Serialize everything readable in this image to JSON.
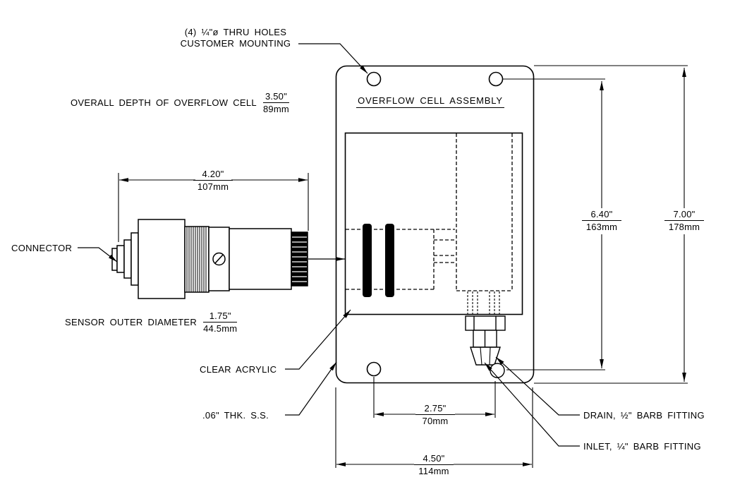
{
  "drawing": {
    "title": "OVERFLOW CELL ASSEMBLY",
    "callouts": {
      "thru_holes_1": "(4) ¼\"ø THRU HOLES",
      "thru_holes_2": "CUSTOMER MOUNTING",
      "overall_depth_label": "OVERALL DEPTH OF OVERFLOW CELL",
      "connector": "CONNECTOR",
      "sensor_od_label": "SENSOR OUTER DIAMETER",
      "clear_acrylic": "CLEAR ACRYLIC",
      "plate_material": ".06\" THK. S.S.",
      "drain": "DRAIN, ½\" BARB FITTING",
      "inlet": "INLET, ¼\" BARB FITTING"
    },
    "dims": {
      "overall_depth": {
        "in": "3.50\"",
        "mm": "89mm"
      },
      "sensor_length": {
        "in": "4.20\"",
        "mm": "107mm"
      },
      "sensor_od": {
        "in": "1.75\"",
        "mm": "44.5mm"
      },
      "hole_spacing": {
        "in": "2.75\"",
        "mm": "70mm"
      },
      "drain_height": {
        "in": "6.40\"",
        "mm": "163mm"
      },
      "overall_height": {
        "in": "7.00\"",
        "mm": "178mm"
      },
      "overall_width": {
        "in": "4.50\"",
        "mm": "114mm"
      }
    },
    "colors": {
      "line": "#000000",
      "background": "#ffffff"
    }
  }
}
